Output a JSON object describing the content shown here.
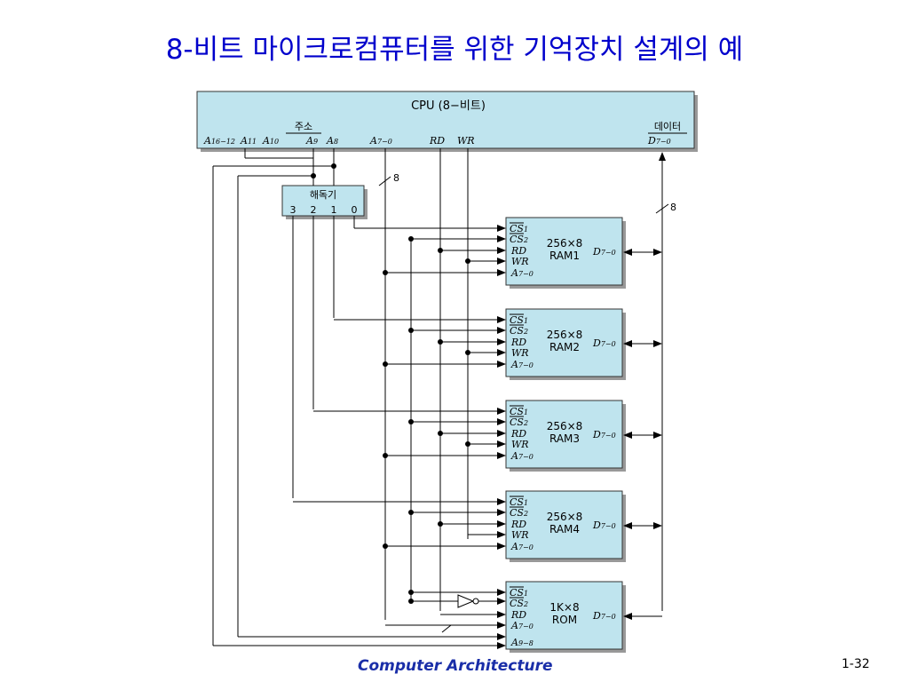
{
  "slide": {
    "title": "8-비트 마이크로컴퓨터를 위한 기억장치 설계의 예",
    "footer": "Computer Architecture",
    "page": "1-32"
  },
  "cpu": {
    "label": "CPU (8−비트)",
    "address_group": "주소",
    "data_group": "데이터",
    "pins": {
      "a16_12": {
        "main": "A",
        "sub": "16−12"
      },
      "a11": {
        "main": "A",
        "sub": "11"
      },
      "a10": {
        "main": "A",
        "sub": "10"
      },
      "a9": {
        "main": "A",
        "sub": "9"
      },
      "a8": {
        "main": "A",
        "sub": "8"
      },
      "a7_0": {
        "main": "A",
        "sub": "7−0"
      },
      "rd": "RD",
      "wr": "WR",
      "d7_0": {
        "main": "D",
        "sub": "7−0"
      }
    }
  },
  "decoder": {
    "label": "해독기",
    "outputs": [
      "3",
      "2",
      "1",
      "0"
    ]
  },
  "bus_width": "8",
  "pin_labels": {
    "cs1": {
      "main": "CS",
      "sub": "1"
    },
    "cs2": {
      "main": "CS",
      "sub": "2"
    },
    "rd": "RD",
    "wr": "WR",
    "a7_0": {
      "main": "A",
      "sub": "7−0"
    },
    "a9_8": {
      "main": "A",
      "sub": "9−8"
    },
    "d7_0": {
      "main": "D",
      "sub": "7−0"
    }
  },
  "chips": [
    {
      "size": "256×8",
      "name": "RAM1"
    },
    {
      "size": "256×8",
      "name": "RAM2"
    },
    {
      "size": "256×8",
      "name": "RAM3"
    },
    {
      "size": "256×8",
      "name": "RAM4"
    },
    {
      "size": "1K×8",
      "name": "ROM"
    }
  ]
}
